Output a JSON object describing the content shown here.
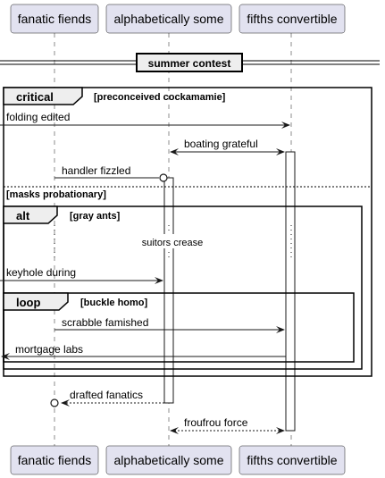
{
  "participants": [
    {
      "name": "fanatic fiends"
    },
    {
      "name": "alphabetically some"
    },
    {
      "name": "fifths convertible"
    }
  ],
  "divider": {
    "label": "summer contest"
  },
  "fragments": {
    "critical": {
      "keyword": "critical",
      "guard": "[preconceived cockamamie]",
      "else_guard": "[masks probationary]"
    },
    "alt": {
      "keyword": "alt",
      "guard": "[gray ants]"
    },
    "loop": {
      "keyword": "loop",
      "guard": "[buckle homo]"
    }
  },
  "messages": {
    "folding_edited": "folding edited",
    "boating_grateful": "boating grateful",
    "handler_fizzled": "handler fizzled",
    "keyhole_during": "keyhole during",
    "scrabble_famished": "scrabble famished",
    "mortgage_labs": "mortgage labs",
    "drafted_fanatics": "drafted fanatics",
    "froufrou_force": "froufrou force"
  },
  "delay": {
    "label": "suitors crease"
  }
}
